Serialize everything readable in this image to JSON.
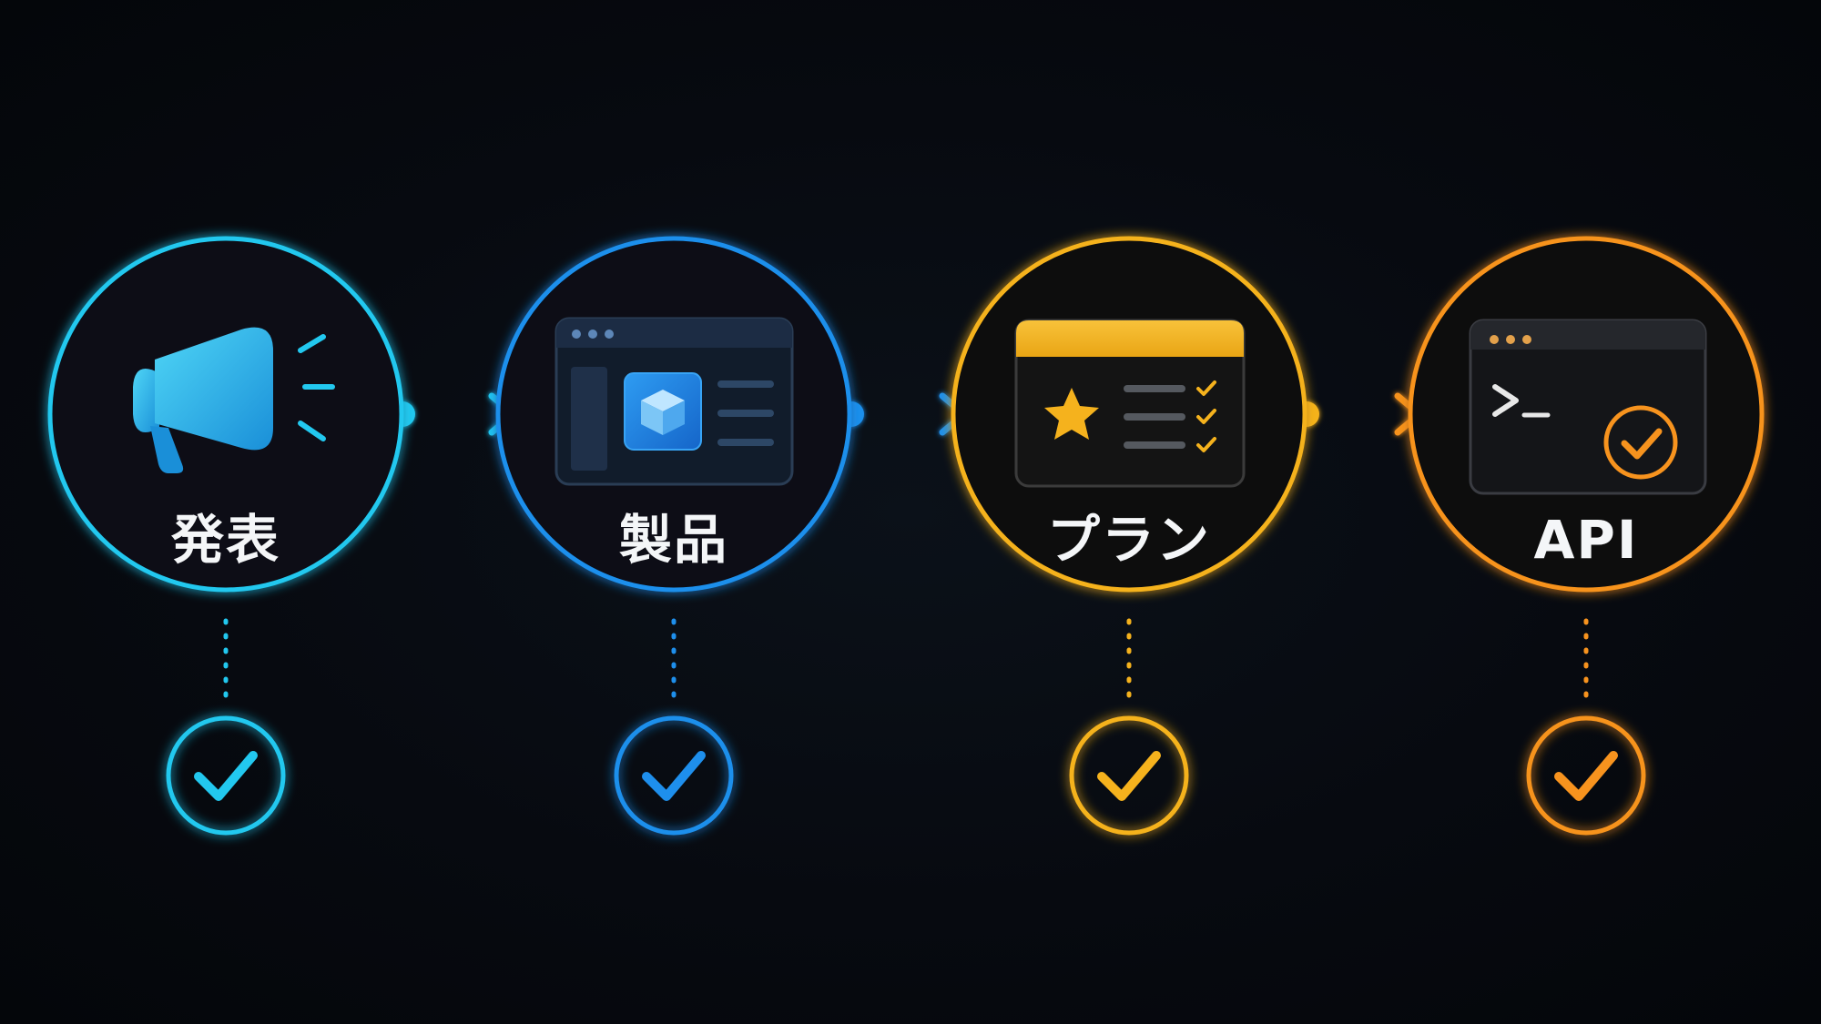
{
  "colors": {
    "background": "#05080d",
    "announcement": "#22c8ef",
    "product": "#1e8fec",
    "plan": "#f5b21d",
    "api": "#f7931e"
  },
  "steps": [
    {
      "label": "発表",
      "icon": "megaphone-icon",
      "color": "#22c8ef"
    },
    {
      "label": "製品",
      "icon": "product-window-icon",
      "color": "#1e8fec"
    },
    {
      "label": "プラン",
      "icon": "plan-window-icon",
      "color": "#f5b21d"
    },
    {
      "label": "API",
      "icon": "terminal-window-icon",
      "color": "#f7931e"
    }
  ]
}
